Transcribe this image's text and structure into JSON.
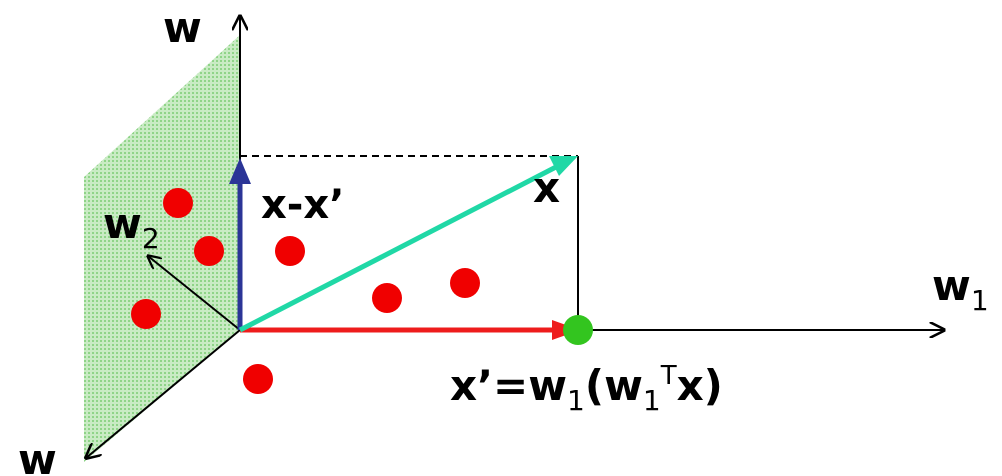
{
  "labels": {
    "axis_top": "w",
    "axis_bottom_left": "w",
    "axis_right_base": "w",
    "axis_right_sub": "1",
    "w2_base": "w",
    "w2_sub": "2",
    "x_vector": "x",
    "residual": "x-x’",
    "proj_prefix": "x’=w",
    "proj_sub1": "1",
    "proj_mid": "(w",
    "proj_sub2": "1",
    "proj_sup": "T",
    "proj_suffix": "x)"
  },
  "colors": {
    "plane_fill": "#c9ebc4",
    "plane_texture": "#8fd488",
    "axis": "#000000",
    "x_vector": "#20d8a6",
    "projection": "#ee1c1c",
    "residual": "#2b3597",
    "points": "#f00000",
    "projection_point": "#33c51f"
  },
  "points_count": 8
}
